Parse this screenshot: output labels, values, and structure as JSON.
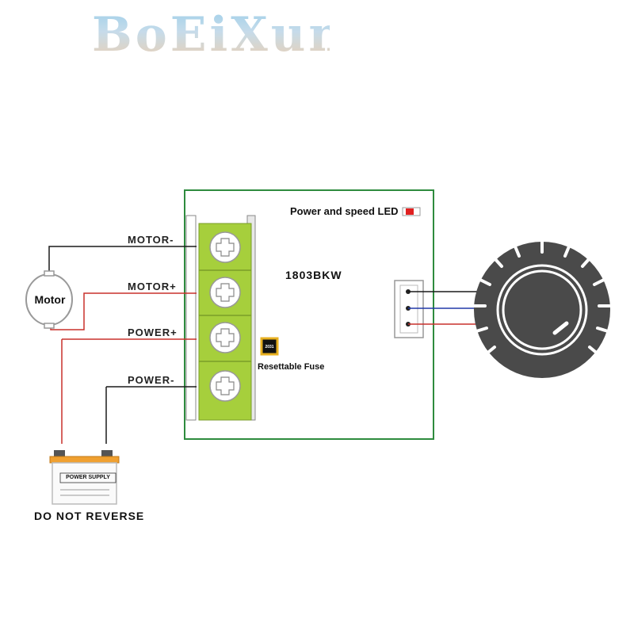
{
  "brand": {
    "logo_text": "BoEiXun"
  },
  "board": {
    "model": "1803BKW",
    "led_label": "Power and speed LED",
    "fuse_label": "Resettable Fuse",
    "fuse_marking": "2031"
  },
  "terminals": [
    {
      "label": "MOTOR-"
    },
    {
      "label": "MOTOR+"
    },
    {
      "label": "POWER+"
    },
    {
      "label": "POWER-"
    }
  ],
  "motor": {
    "label": "Motor"
  },
  "power_supply": {
    "label": "POWER SUPPLY",
    "warning": "DO NOT REVERSE"
  },
  "colors": {
    "board_outline": "#2e8b3e",
    "terminal_green": "#a6cf3c",
    "wire_black": "#1a1a1a",
    "wire_red": "#c8302c",
    "wire_blue": "#2038a8",
    "knob_dark": "#4a4a4a",
    "battery_orange": "#f0a030",
    "led_red": "#e02020"
  },
  "icons": [
    "screw-icon",
    "potentiometer-knob-icon",
    "motor-icon",
    "battery-icon",
    "led-icon",
    "fuse-icon"
  ]
}
